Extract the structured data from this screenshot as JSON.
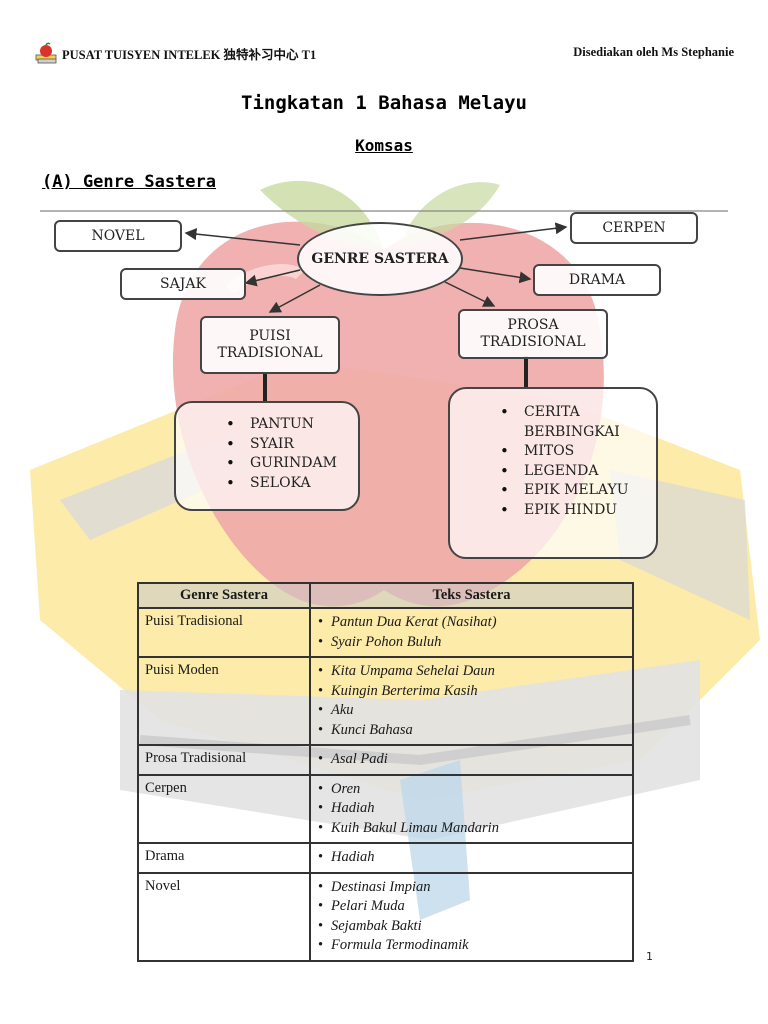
{
  "header": {
    "left_text": "PUSAT TUISYEN INTELEK 独特补习中心 T1",
    "right_text": "Disediakan oleh Ms Stephanie",
    "logo_icon": "apple-books-logo"
  },
  "title": "Tingkatan 1 Bahasa Melayu",
  "subtitle": "Komsas",
  "section_heading": "(A) Genre Sastera",
  "diagram": {
    "center": "GENRE SASTERA",
    "novel": "NOVEL",
    "cerpen": "CERPEN",
    "sajak": "SAJAK",
    "drama": "DRAMA",
    "puisi_tradisional": "PUISI TRADISIONAL",
    "prosa_tradisional": "PROSA TRADISIONAL",
    "puisi_items": [
      "PANTUN",
      "SYAIR",
      "GURINDAM",
      "SELOKA"
    ],
    "prosa_items": [
      "CERITA BERBINGKAI",
      "MITOS",
      "LEGENDA",
      "EPIK MELAYU",
      "EPIK HINDU"
    ]
  },
  "table": {
    "headers": [
      "Genre Sastera",
      "Teks Sastera"
    ],
    "rows": [
      {
        "genre": "Puisi Tradisional",
        "teks": [
          "Pantun Dua Kerat (Nasihat)",
          "Syair Pohon Buluh"
        ]
      },
      {
        "genre": "Puisi Moden",
        "teks": [
          "Kita Umpama Sehelai Daun",
          "Kuingin Berterima Kasih",
          "Aku",
          "Kunci Bahasa"
        ]
      },
      {
        "genre": "Prosa Tradisional",
        "teks": [
          "Asal Padi"
        ]
      },
      {
        "genre": "Cerpen",
        "teks": [
          "Oren",
          "Hadiah",
          "Kuih Bakul Limau Mandarin"
        ]
      },
      {
        "genre": "Drama",
        "teks": [
          "Hadiah"
        ]
      },
      {
        "genre": "Novel",
        "teks": [
          "Destinasi Impian",
          "Pelari Muda",
          "Sejambak Bakti",
          "Formula Termodinamik"
        ]
      }
    ]
  },
  "page_number": "1",
  "colors": {
    "watermark_red": "#f0a8a8",
    "watermark_yellow": "#fbe89a",
    "watermark_leaf": "#c8d9a0",
    "watermark_gray": "#d9d9d9"
  }
}
